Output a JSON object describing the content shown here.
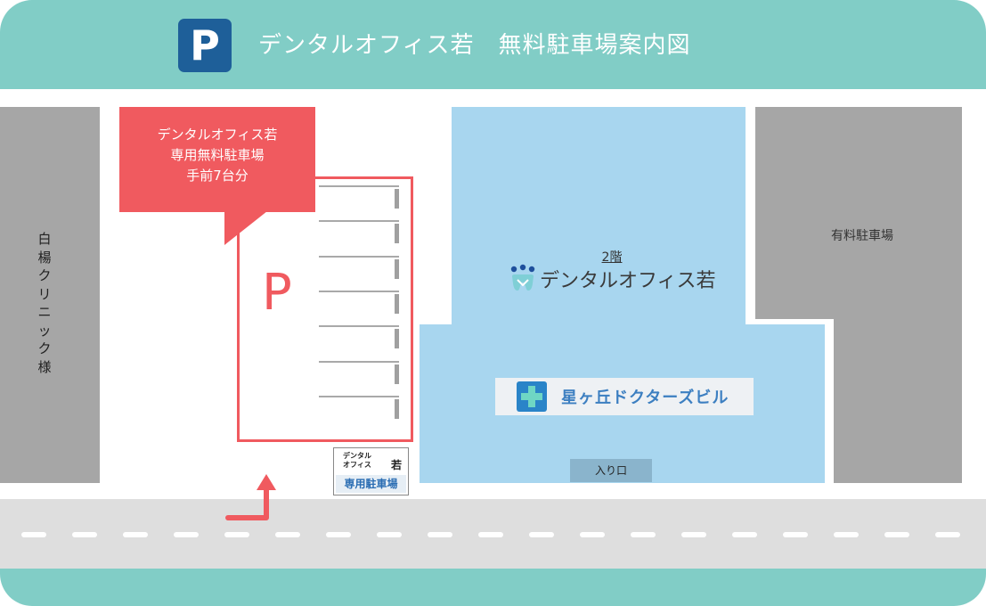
{
  "header": {
    "badge": "P",
    "title": "デンタルオフィス若　無料駐車場案内図"
  },
  "callout": {
    "lines": [
      "デンタルオフィス若",
      "専用無料駐車場",
      "手前7台分"
    ]
  },
  "parking_lot": {
    "symbol": "P"
  },
  "left_building": {
    "label": "白楊クリニック様"
  },
  "right_building": {
    "label": "有料駐車場"
  },
  "clinic_building": {
    "floor_label": "2階",
    "clinic_name": "デンタルオフィス若",
    "building_name": "星ヶ丘ドクターズビル",
    "entrance_label": "入り口"
  },
  "sign": {
    "top_small": "デンタル\nオフィス",
    "top_big": "若",
    "bottom": "専用駐車場"
  },
  "colors": {
    "teal": "#81cdc6",
    "navy": "#1e5f99",
    "red": "#f05a5f",
    "light_blue": "#a8d6ef",
    "gray": "#a6a6a6"
  }
}
